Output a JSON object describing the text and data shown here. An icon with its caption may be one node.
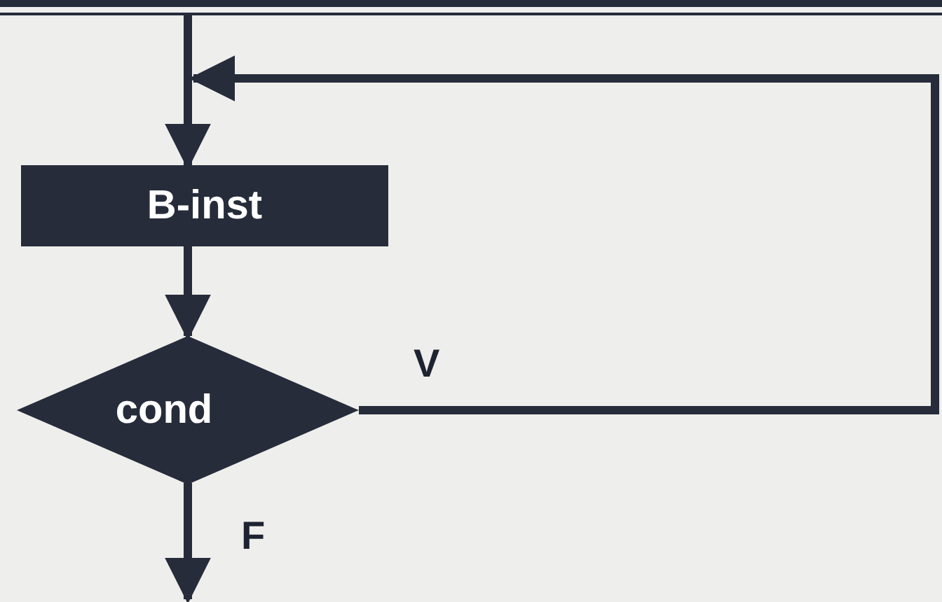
{
  "diagram": {
    "nodes": [
      {
        "text": [
          "B-inst"
        ]
      },
      {
        "text": [
          "cond"
        ]
      }
    ],
    "edges": [
      {
        "from": null,
        "to": 0,
        "arrow": "to"
      },
      {
        "from": 0,
        "to": 1,
        "arrow": "to"
      },
      {
        "from": 1,
        "to": null,
        "arrow": "to",
        "label": "V"
      },
      {
        "from": 1,
        "to": null,
        "arrow": "to",
        "label": "F"
      }
    ]
  }
}
